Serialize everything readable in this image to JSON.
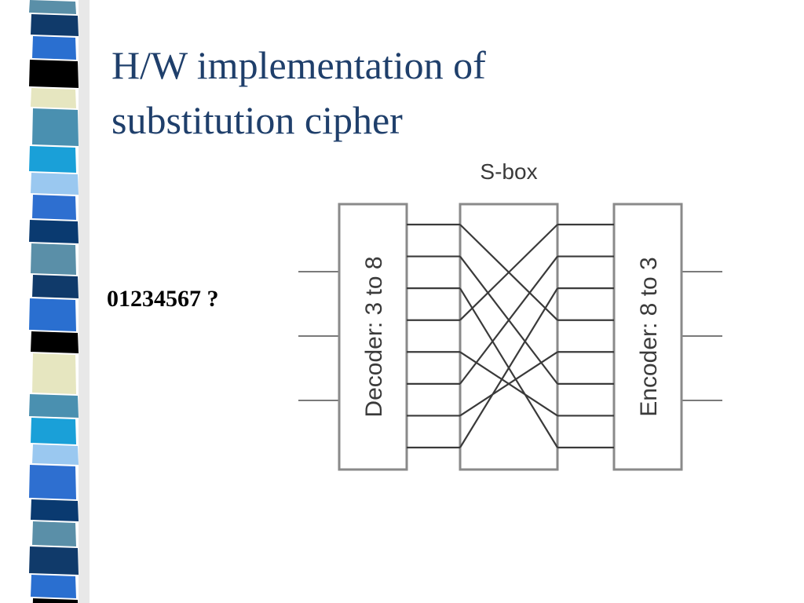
{
  "slide": {
    "title_line1": "H/W implementation of",
    "title_line2": "substitution cipher",
    "question": "01234567 ?"
  },
  "diagram": {
    "sbox_label": "S-box",
    "decoder_label": "Decoder: 3 to 8",
    "encoder_label": "Encoder: 8 to 3",
    "input_bits": 3,
    "output_bits": 3,
    "lines": 8,
    "permutation": [
      3,
      5,
      7,
      0,
      6,
      1,
      4,
      2
    ]
  },
  "colors": {
    "title": "#1f3f6b",
    "text": "#000000",
    "wire": "#3a3a3a",
    "box_stroke": "#7a7a7a",
    "stripe": [
      "#5a8fa8",
      "#103a6a",
      "#2a6fd0",
      "#000000",
      "#e6e6c0",
      "#4a90b0",
      "#1aa0d8",
      "#9ac8f0",
      "#2e6fd0",
      "#0a3a70"
    ]
  }
}
